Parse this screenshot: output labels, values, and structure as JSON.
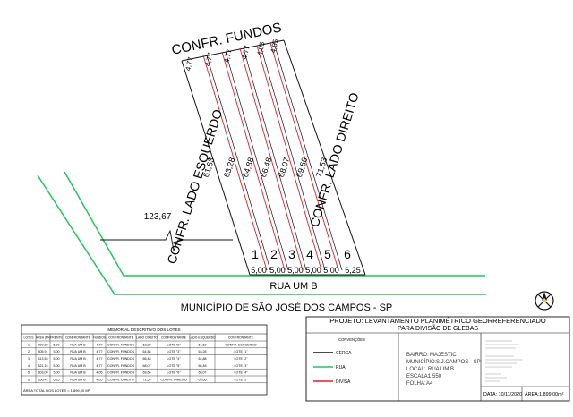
{
  "colors": {
    "green": "#22c55e",
    "red": "#e11d2a",
    "line": "#111111",
    "gray": "#777777"
  },
  "plan": {
    "fundos_label": "CONFR. FUNDOS",
    "esquerdo_label": "CONFR. LADO ESQUERDO",
    "direito_label": "CONFR. LADO DIREITO",
    "road_label": "RUA UM B",
    "municipality": "MUNICÍPIO DE SÃO JOSÉ DOS CAMPOS - SP",
    "dim_left": "123,67",
    "top_widths": [
      "4,77",
      "4,77",
      "4,77",
      "4,77",
      "4,05",
      "4,05"
    ],
    "side_lengths": [
      "61,63",
      "63,28",
      "64,88",
      "66,48",
      "68,07",
      "69,66",
      "71,53"
    ],
    "lot_numbers": [
      "1",
      "2",
      "3",
      "4",
      "5",
      "6"
    ],
    "front_widths": [
      "5,00",
      "5,00",
      "5,00",
      "5,00",
      "5,00",
      "6,25"
    ]
  },
  "memorial": {
    "title": "MEMORIAL DESCRITIVO DOS LOTES",
    "headers": [
      "LOTES",
      "ÁREA (M²)",
      "FRENTE",
      "CONFRONTANTE",
      "FUNDOS",
      "CONFRONTANTE",
      "LADO DIREITO",
      "CONFRONTANTE",
      "LADO ESQUERDO",
      "CONFRONTANTE"
    ],
    "rows": [
      [
        "1",
        "299,28",
        "5,00",
        "RUA UM B",
        "4,77",
        "CONFR. FUNDOS",
        "63,28",
        "LOTE \"2\"",
        "61,63",
        "CONFR. ESQUERDO"
      ],
      [
        "2",
        "305,91",
        "5,00",
        "RUA UM B",
        "4,77",
        "CONFR. FUNDOS",
        "64,88",
        "LOTE \"3\"",
        "63,28",
        "LOTE \"1\""
      ],
      [
        "3",
        "313,53",
        "5,00",
        "RUA UM B",
        "4,77",
        "CONFR. FUNDOS",
        "66,48",
        "LOTE \"4\"",
        "64,88",
        "LOTE \"2\""
      ],
      [
        "4",
        "321,15",
        "5,00",
        "RUA UM B",
        "4,77",
        "CONFR. FUNDOS",
        "68,07",
        "LOTE \"5\"",
        "66,48",
        "LOTE \"3\""
      ],
      [
        "5",
        "303,09",
        "5,00",
        "RUA UM B",
        "4,05",
        "CONFR. FUNDOS",
        "69,66",
        "LOTE \"6\"",
        "68,07",
        "LOTE \"4\""
      ],
      [
        "6",
        "356,41",
        "6,25",
        "RUA UM B",
        "4,05",
        "CONFR. DIREITO",
        "71,53",
        "CONFR. DIREITO",
        "69,66",
        "LOTE \"5\""
      ]
    ],
    "total": "ÁREA TOTAL DOS LOTES = 1.899,00 M²"
  },
  "title_block": {
    "project": "PROJETO: LEVANTAMENTO PLANIMÉTRICO GEORREFERENCIADO",
    "project_sub": "PARA DIVISÃO DE GLEBAS",
    "conventions_title": "CONVENÇÕES",
    "legend": [
      {
        "label": "CERCA",
        "color": "#111111"
      },
      {
        "label": "RUA",
        "color": "#22c55e"
      },
      {
        "label": "DIVISA",
        "color": "#e11d2a"
      }
    ],
    "fields": [
      {
        "label": "BAIRRO:",
        "value": "MAJESTIC"
      },
      {
        "label": "MUNICÍPIO:",
        "value": "S.J.CAMPOS - SP"
      },
      {
        "label": "LOCAL:",
        "value": "RUA UM B"
      },
      {
        "label": "ESCALA:",
        "value": "1:550"
      },
      {
        "label": "FOLHA:",
        "value": "A4"
      }
    ],
    "date": "DATA: 10/11/2020",
    "area": "ÁREA:1.899,00m²"
  }
}
